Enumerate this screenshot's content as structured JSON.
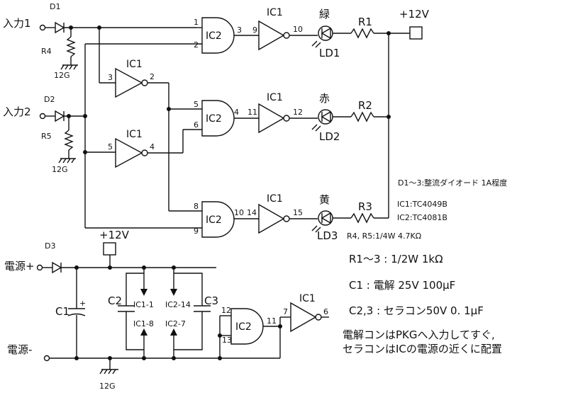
{
  "inputs": {
    "in1": "入力1",
    "in2": "入力2",
    "pwr_plus": "電源+",
    "pwr_minus": "電源-"
  },
  "diodes": {
    "d1": "D1",
    "d2": "D2",
    "d3": "D3"
  },
  "resistors": {
    "r1": "R1",
    "r2": "R2",
    "r3": "R3",
    "r4": "R4",
    "r5": "R5"
  },
  "grounds": {
    "g1": "12G",
    "g2": "12G",
    "g3": "12G"
  },
  "supply": {
    "v12_top": "+12V",
    "v12_bottom": "+12V"
  },
  "gates": {
    "and1": "IC2",
    "and2": "IC2",
    "and3": "IC2",
    "and4": "IC2",
    "inv_out1": "IC1",
    "inv_out2": "IC1",
    "inv_out3": "IC1",
    "inv_in1": "IC1",
    "inv_in2": "IC1",
    "inv_final": "IC1"
  },
  "leds": {
    "ld1": "LD1",
    "ld2": "LD2",
    "ld3": "LD3",
    "green": "緑",
    "red": "赤",
    "yellow": "黄"
  },
  "pins": {
    "and1_a": "1",
    "and1_b": "2",
    "and1_out": "3",
    "inv1_in": "9",
    "inv1_out": "10",
    "and2_a": "5",
    "and2_b": "6",
    "and2_out": "4",
    "inv2_in": "11",
    "inv2_out": "12",
    "and3_a": "8",
    "and3_b": "9",
    "and3_out": "10",
    "inv3_in": "14",
    "inv3_out": "15",
    "invA_in": "3",
    "invA_out": "2",
    "invB_in": "5",
    "invB_out": "4",
    "and4_a": "12",
    "and4_b": "13",
    "and4_out": "11",
    "invF_in": "7",
    "invF_out": "6"
  },
  "capacitors": {
    "c1": "C1",
    "c2": "C2",
    "c3": "C3",
    "ic1_vdd": "IC1-1",
    "ic1_vss": "IC1-8",
    "ic2_vdd": "IC2-14",
    "ic2_vss": "IC2-7"
  },
  "notes": {
    "diode_spec": "D1〜3:整流ダイオード  1A程度",
    "ic1_spec": "IC1:TC4049B",
    "ic2_spec": "IC2:TC4081B",
    "r45_spec": "R4, R5:1/4W  4.7KΩ",
    "r13_spec": "R1〜3 : 1/2W  1kΩ",
    "c1_spec": "C1 : 電解  25V  100μF",
    "c23_spec": "C2,3 : セラコン50V  0. 1μF",
    "advice1": "電解コンはPKGへ入力してすぐ,",
    "advice2": "セラコンはICの電源の近くに配置"
  }
}
